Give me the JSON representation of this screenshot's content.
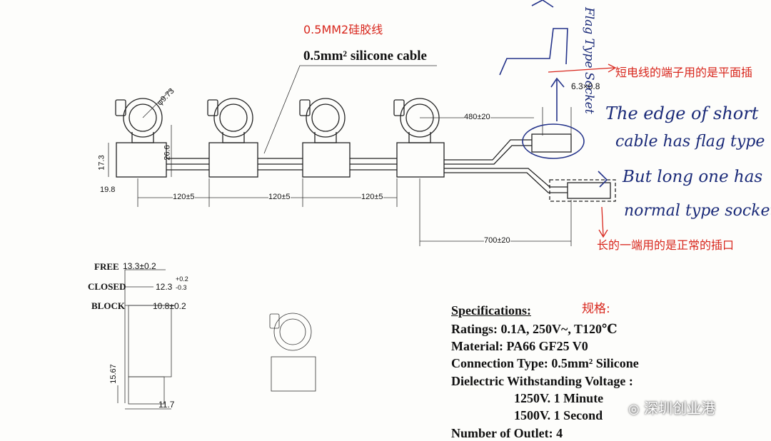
{
  "annotations": {
    "cn_cable": "0.5MM2硅胶线",
    "cable_label": "0.5mm² silicone cable",
    "cn_short": "短电线的端子用的是平面插",
    "cn_long": "长的一端用的是正常的插口",
    "cn_spec": "规格:",
    "hand_flag": "Flag Type Socket",
    "hand_line1": "The edge of short",
    "hand_line2": "cable has flag type",
    "hand_line3": "But long one has",
    "hand_line4": "normal type socket"
  },
  "dimensions": {
    "diameter": "φ9.73",
    "height1": "17.3",
    "height2": "26.6",
    "base": "19.8",
    "pitch1": "120±5",
    "pitch2": "120±5",
    "pitch3": "120±5",
    "short_len": "480±20",
    "long_len": "700±20",
    "terminal": "6.3×0.8"
  },
  "side_view": {
    "free": "FREE",
    "closed": "CLOSED",
    "block": "BLOCK",
    "d_free": "13.3±0.2",
    "d_closed": "12.3",
    "tol_plus": "+0.2",
    "tol_minus": "-0.3",
    "d_block": "10.8±0.2",
    "d_height": "15.67",
    "d_width": "11.7"
  },
  "specifications": {
    "heading": "Specifications:",
    "ratings": "Ratings: 0.1A, 250V~, T120℃",
    "material": "Material: PA66 GF25 V0",
    "connection": "Connection Type: 0.5mm² Silicone",
    "dielectric": "Dielectric Withstanding Voltage :",
    "v1": "1250V. 1 Minute",
    "v2": "1500V. 1 Second",
    "outlets": "Number of Outlet: 4"
  },
  "watermark": "深圳创业港"
}
